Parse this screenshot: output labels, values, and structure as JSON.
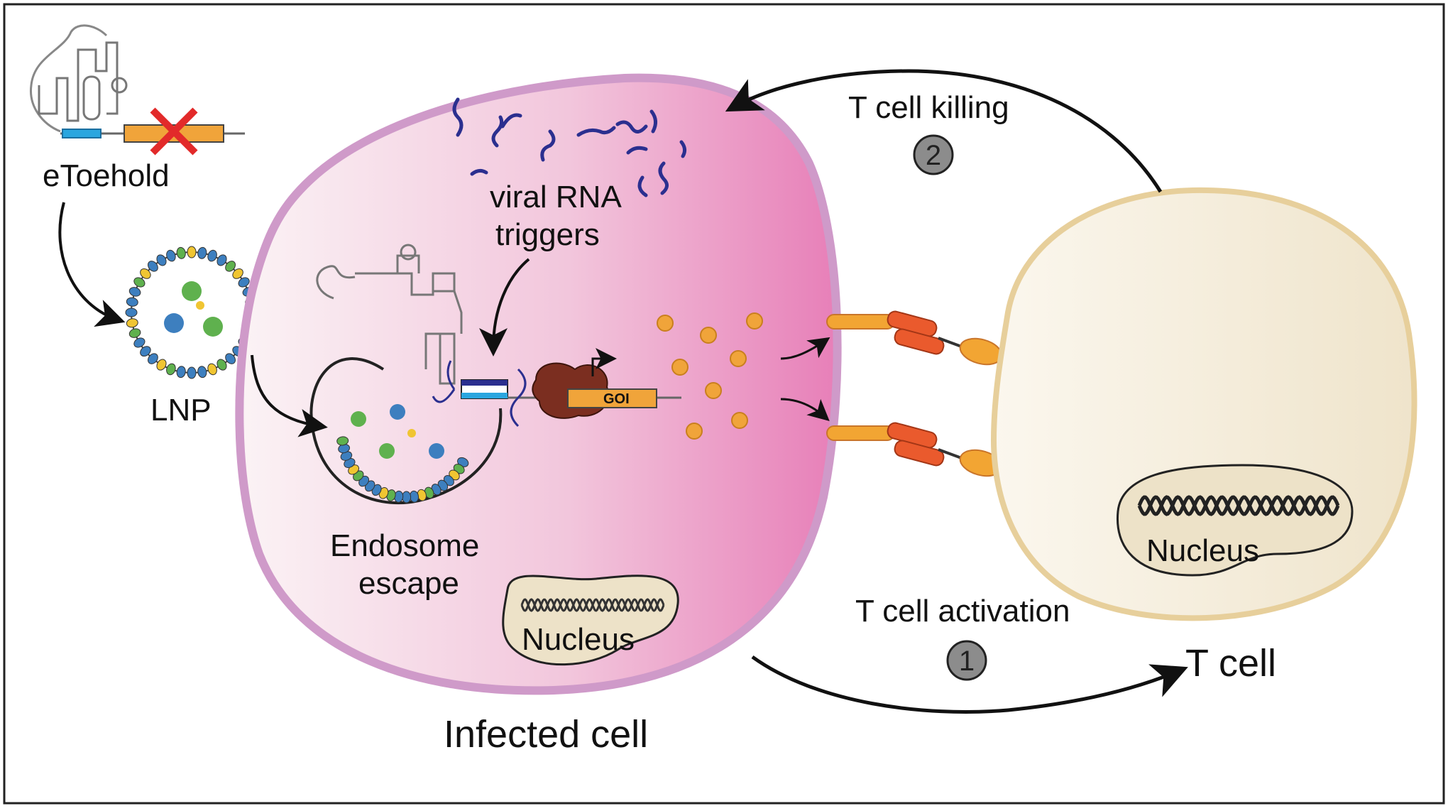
{
  "labels": {
    "etoehold": "eToehold",
    "lnp": "LNP",
    "viral_rna_line1": "viral RNA",
    "viral_rna_line2": "triggers",
    "endosome_line1": "Endosome",
    "endosome_line2": "escape",
    "goi": "GOI",
    "infected_nucleus": "Nucleus",
    "infected_cell": "Infected cell",
    "t_cell_killing": "T cell killing",
    "step_killing": "2",
    "t_cell_activation": "T cell activation",
    "step_activation": "1",
    "t_cell": "T cell",
    "t_cell_nucleus": "Nucleus"
  },
  "colors": {
    "infected_cell_fill_light": "#fbf3f5",
    "infected_cell_fill_dark": "#e77fb8",
    "infected_cell_membrane": "#cf9ac9",
    "t_cell_fill": "#f4ecd9",
    "t_cell_membrane": "#e7cf9b",
    "nucleus_fill": "#ede2c8",
    "cytokine": "#f0a43a",
    "ribosome": "#7b2e20",
    "gene_bar": "#f0a43a",
    "viral_rna": "#2b2f8f",
    "receptor_red": "#ea5a2d",
    "receptor_orange": "#f2a533",
    "cross": "#e22a2a",
    "toehold_blue": "#2aa6df"
  }
}
